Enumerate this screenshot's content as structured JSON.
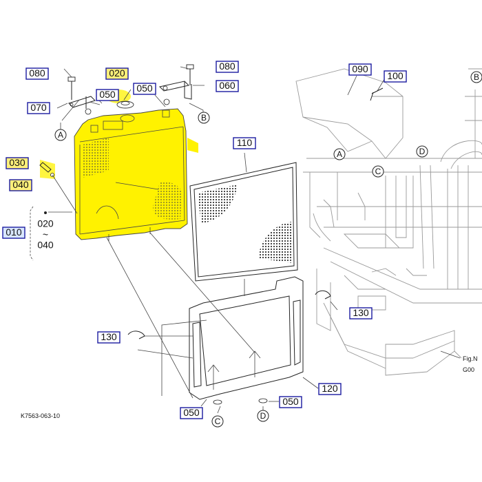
{
  "diagram_id": "K7563-063-10",
  "highlight_color": "#fff200",
  "label_color": "#1a1aa0",
  "callouts": [
    {
      "id": "080a",
      "text": "080"
    },
    {
      "id": "020",
      "text": "020"
    },
    {
      "id": "080b",
      "text": "080"
    },
    {
      "id": "090",
      "text": "090"
    },
    {
      "id": "100",
      "text": "100"
    },
    {
      "id": "050a",
      "text": "050"
    },
    {
      "id": "050b",
      "text": "050"
    },
    {
      "id": "060",
      "text": "060"
    },
    {
      "id": "070",
      "text": "070"
    },
    {
      "id": "110",
      "text": "110"
    },
    {
      "id": "030",
      "text": "030"
    },
    {
      "id": "040",
      "text": "040"
    },
    {
      "id": "010",
      "text": "010"
    },
    {
      "id": "130a",
      "text": "130"
    },
    {
      "id": "130b",
      "text": "130"
    },
    {
      "id": "120",
      "text": "120"
    },
    {
      "id": "050c",
      "text": "050"
    },
    {
      "id": "050d",
      "text": "050"
    }
  ],
  "range_note": {
    "from": "020",
    "sep": "~",
    "to": "040"
  },
  "refs": {
    "A": "A",
    "B": "B",
    "C": "C",
    "D": "D"
  },
  "fig_ref": {
    "line1": "Fig.N",
    "line2": "G00"
  },
  "partial_label": "B"
}
